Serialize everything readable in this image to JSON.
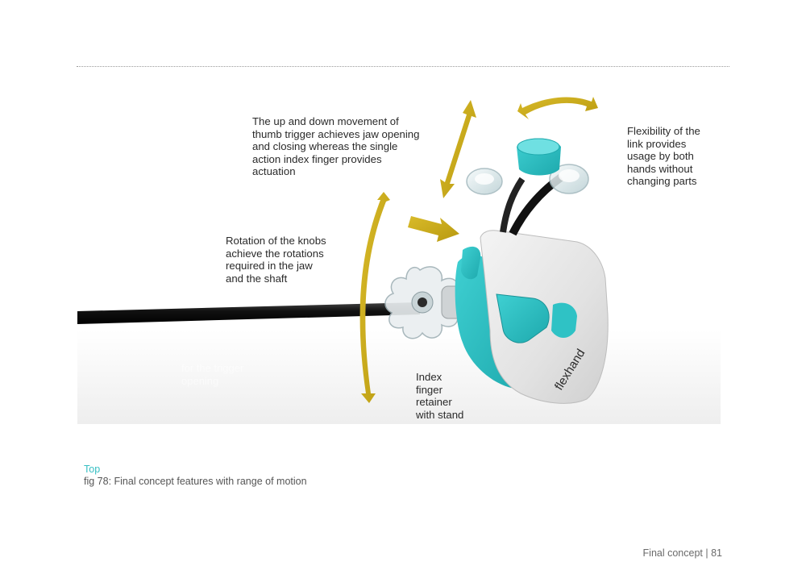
{
  "annotations": {
    "thumb_trigger": "The up and down movement of\nthumb trigger achieves jaw opening\nand closing whereas the single\naction index finger provides\nactuation",
    "flexibility": "Flexibility of the\nlink provides\nusage by both\nhands without\nchanging parts",
    "rotation": "Rotation of the knobs\nachieve the rotations\nrequired in the jaw\nand the shaft",
    "index_finger": "Index\nfinger\nretainer\nwith stand",
    "ghost": "for the trigger\nopening"
  },
  "product_logo": "flexhand",
  "caption": {
    "label": "Top",
    "text": "fig 78: Final concept features with range of motion"
  },
  "footer": {
    "section": "Final concept",
    "page": "81"
  },
  "colors": {
    "accent": "#36bfc3",
    "arrow": "#c8a81a",
    "body": "#e8e8e8"
  }
}
